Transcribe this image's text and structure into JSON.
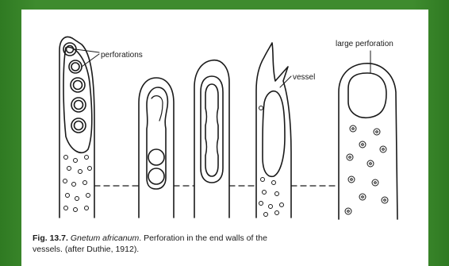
{
  "figure": {
    "labels": {
      "perforations": "perforations",
      "vessel": "vessel",
      "large_perforation": "large perforation"
    },
    "caption": {
      "number": "Fig. 13.7.",
      "species": "Gnetum africanum",
      "text_line1": ". Perforation in the end walls of the",
      "text_line2": "vessels. (after Duthie, 1912)."
    },
    "colors": {
      "background": "#3e8b2e",
      "card": "#ffffff",
      "ink": "#1a1a1a"
    }
  }
}
